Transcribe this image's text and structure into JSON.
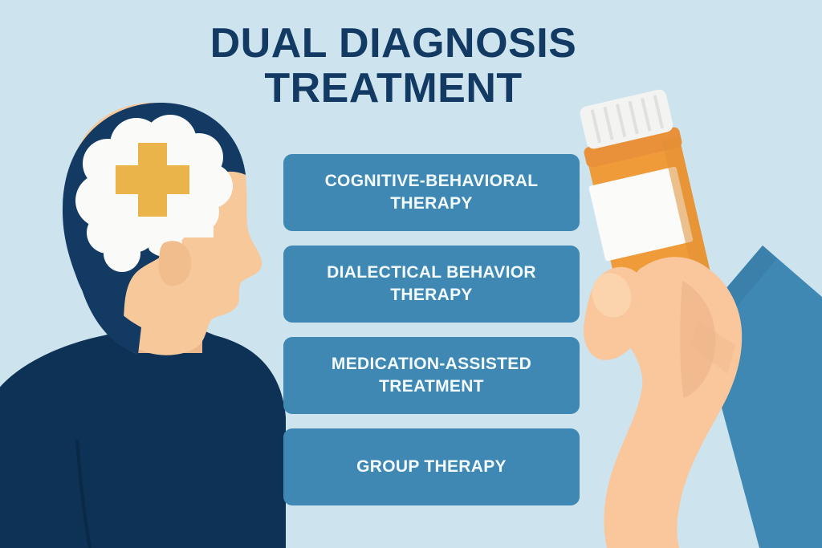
{
  "page": {
    "title_lines": [
      "DUAL DIAGNOSIS",
      "TREATMENT"
    ],
    "background_color": "#cde3ee",
    "title_color": "#123a63"
  },
  "cards": {
    "accent_color": "#3f88b4",
    "text_color": "#f4fbfe",
    "items": [
      {
        "label": "COGNITIVE-BEHAVIORAL THERAPY"
      },
      {
        "label": "DIALECTICAL BEHAVIOR THERAPY"
      },
      {
        "label": "MEDICATION-ASSISTED TREATMENT"
      },
      {
        "label": "GROUP THERAPY"
      }
    ]
  },
  "illustrations": {
    "left": {
      "name": "head-profile-with-brain",
      "hair_color": "#123a63",
      "skin_color": "#f7c89a",
      "brain_color": "#fafaf8",
      "cross_color": "#eab44a",
      "shirt_color": "#0d3255"
    },
    "right": {
      "name": "hand-holding-pill-bottle",
      "bottle_color": "#ef9b3a",
      "bottle_cap_color": "#f3f4f2",
      "label_color": "#fbfbf9",
      "skin_color": "#f9c79b",
      "sleeve_color": "#3f88b4"
    }
  }
}
